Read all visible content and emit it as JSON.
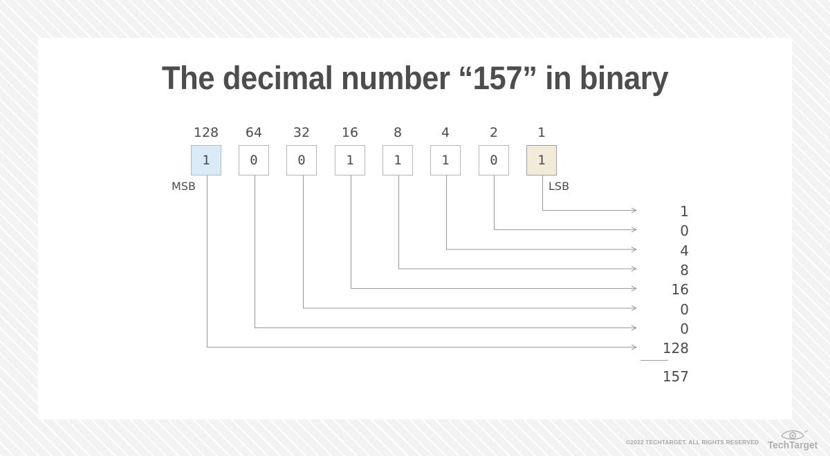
{
  "page": {
    "title": "The decimal number “157” in binary",
    "background_color": "#f3f3f3",
    "card_color": "#ffffff",
    "text_color": "#4a4a4a"
  },
  "diagram": {
    "type": "binary-place-value",
    "decimal_value": "157",
    "place_labels": [
      "128",
      "64",
      "32",
      "16",
      "8",
      "4",
      "2",
      "1"
    ],
    "bits": [
      "1",
      "0",
      "0",
      "1",
      "1",
      "1",
      "0",
      "1"
    ],
    "msb_label": "MSB",
    "lsb_label": "LSB",
    "msb_highlight_color": "#daeaf6",
    "lsb_highlight_color": "#f2ebd9",
    "connector_color": "#9a9a9a",
    "contributions": [
      "1",
      "0",
      "4",
      "8",
      "16",
      "0",
      "0",
      "128"
    ],
    "total": "157"
  },
  "footer": {
    "copyright": "©2022 TECHTARGET. ALL RIGHTS RESERVED",
    "logo_text": "TechTarget",
    "logo_icon": "eye-icon"
  }
}
